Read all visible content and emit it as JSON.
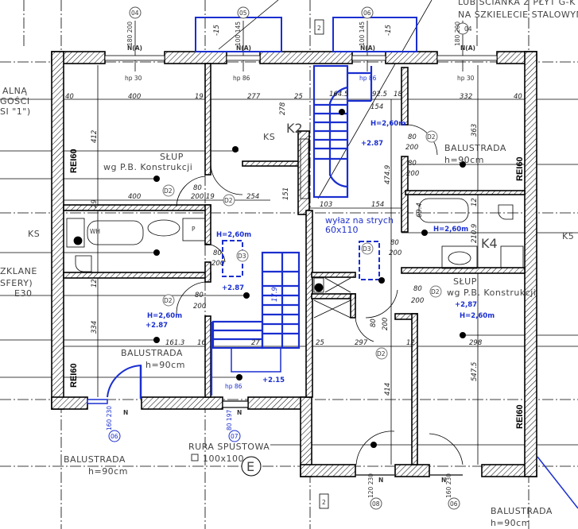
{
  "annotations": {
    "left_note": [
      "ALNĄ",
      "GOŚCI",
      "SI \"1\")"
    ],
    "top_note": [
      "LUB ŚCIANKA Z PŁYT G-K",
      "NA SZKIELECIE STALOWYM"
    ],
    "column_1": [
      "SŁUP",
      "wg P.B. Konstrukcji"
    ],
    "column_2": [
      "SŁUP",
      "wg P.B. Konstrukcji"
    ],
    "ks_1": "KS",
    "ks_2": "KS",
    "k2": "K2",
    "k4": "K4",
    "k5": "K5",
    "wh": "WH",
    "p": "P",
    "glass_note": [
      "ZKLANE",
      "SFERY)",
      "E30"
    ],
    "balustrade_1": [
      "BALUSTRADA",
      "h=90cm"
    ],
    "balustrade_2": [
      "BALUSTRADA",
      "h=90cm"
    ],
    "balustrade_3": [
      "BALUSTRADA",
      "h=90cm"
    ],
    "balustrade_4": [
      "BALUSTRADA",
      "h=90cm"
    ],
    "downpipe": [
      "RURA SPUSTOWA",
      "100x100"
    ],
    "axis_e": "E",
    "attic_hatch": [
      "wyłaz na strych",
      "60x110"
    ],
    "fire_rating": "REI60",
    "level_box": "2"
  },
  "blue_labels": {
    "height": "H=2,60m",
    "level_287": "+2.87",
    "level_287b": "+2,87",
    "level_215": "+2.15"
  },
  "windows": {
    "tags": [
      "04",
      "05",
      "06",
      "04",
      "06",
      "07",
      "08",
      "06"
    ],
    "type": "N(A)",
    "n": "N",
    "sill": [
      "hp 30",
      "hp 86",
      "hp 86",
      "hp 30",
      "hp 86"
    ],
    "sizes": [
      "180 200",
      "100 145",
      "100 145",
      "180 200",
      "160 230",
      "80 197",
      "120 230",
      "160 230"
    ]
  },
  "door_tag": "D2",
  "door_tag_3": "D3",
  "dimensions": [
    "40",
    "400",
    "19",
    "277",
    "25",
    "164.5",
    "92.5",
    "18",
    "332",
    "40",
    "412",
    "400",
    "29",
    "254",
    "80",
    "200 19",
    "278",
    "151",
    "154",
    "103",
    "154",
    "474.9",
    "363",
    "80",
    "200",
    "12",
    "210.9",
    "69.4",
    "80",
    "200",
    "80",
    "200",
    "161.3",
    "16",
    "27",
    "25",
    "297",
    "12",
    "298",
    "334",
    "12",
    "414",
    "547.5",
    "80",
    "200",
    "80",
    "200",
    "80",
    "200",
    "-15",
    "-15",
    "17.9",
    "80",
    "200"
  ]
}
